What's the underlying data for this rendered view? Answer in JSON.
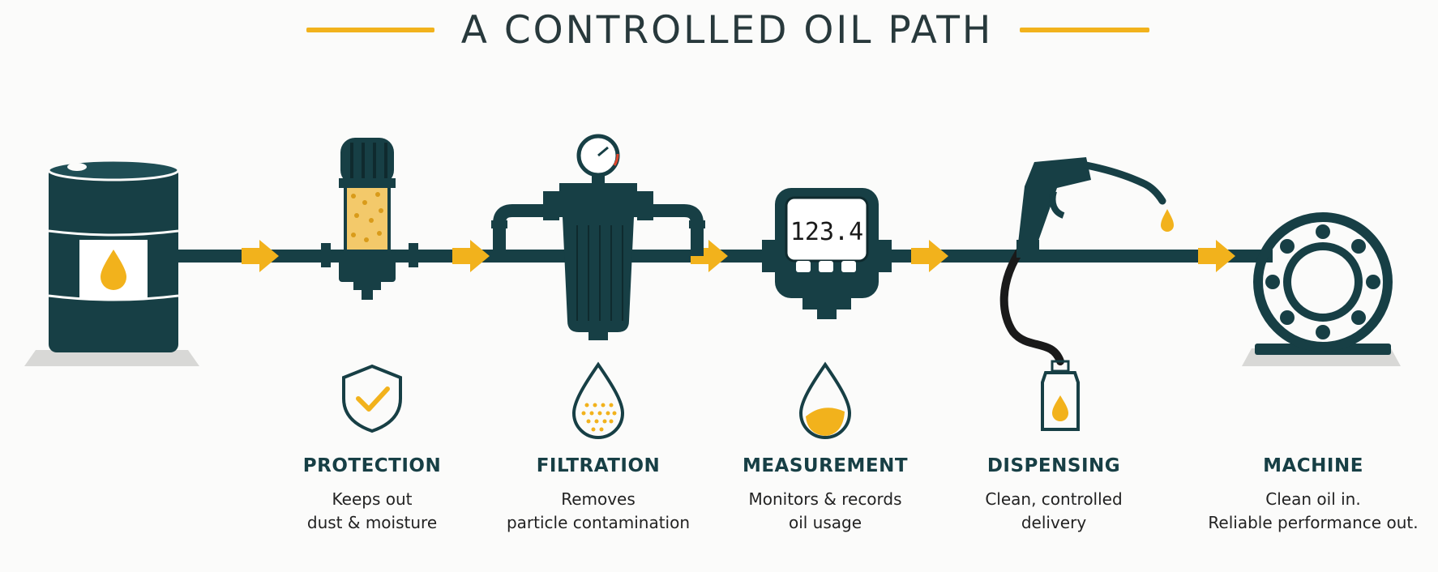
{
  "title": "A CONTROLLED OIL PATH",
  "colors": {
    "dark_teal": "#173f45",
    "accent_yellow": "#f2b21c",
    "background": "#fbfbfa"
  },
  "meter_display": "123.4",
  "icons": [
    "oil-drum-icon",
    "breather-filter-icon",
    "pressure-filter-icon",
    "flow-meter-icon",
    "dispense-gun-icon",
    "bearing-icon",
    "shield-check-icon",
    "drop-particles-icon",
    "drop-level-icon",
    "oil-bottle-icon"
  ],
  "stages": [
    {
      "key": "protection",
      "title": "PROTECTION",
      "desc": [
        "Keeps out",
        "dust & moisture"
      ]
    },
    {
      "key": "filtration",
      "title": "FILTRATION",
      "desc": [
        "Removes",
        "particle contamination"
      ]
    },
    {
      "key": "measurement",
      "title": "MEASUREMENT",
      "desc": [
        "Monitors & records",
        "oil usage"
      ]
    },
    {
      "key": "dispensing",
      "title": "DISPENSING",
      "desc": [
        "Clean, controlled",
        "delivery"
      ]
    },
    {
      "key": "machine",
      "title": "MACHINE",
      "desc": [
        "Clean oil in.",
        "Reliable performance out."
      ]
    }
  ]
}
